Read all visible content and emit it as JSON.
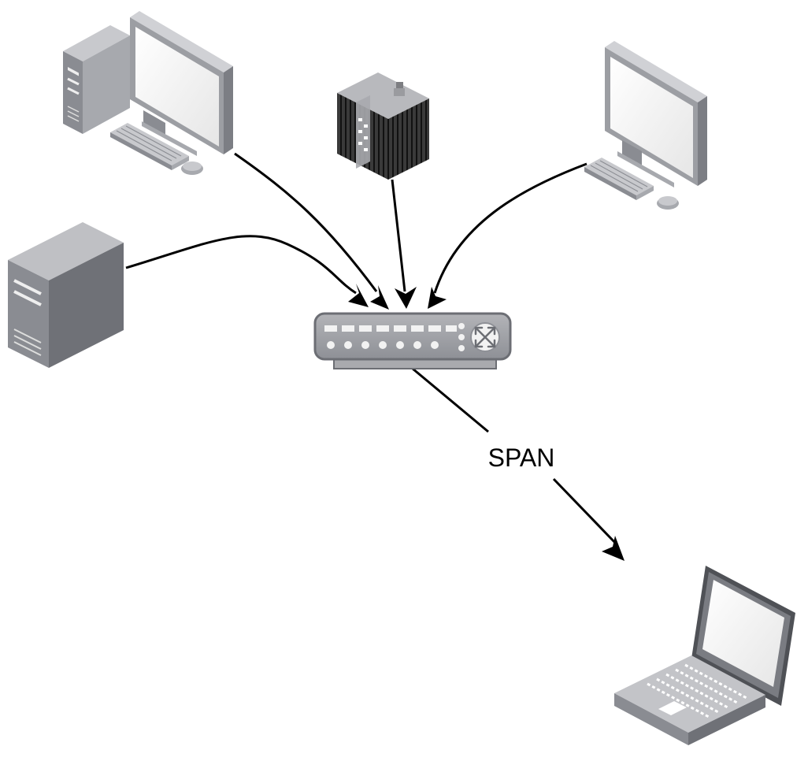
{
  "diagram": {
    "nodes": [
      {
        "id": "desktop-pc-left",
        "kind": "desktop-computer-icon"
      },
      {
        "id": "server-tower",
        "kind": "server-tower-icon"
      },
      {
        "id": "industrial-device",
        "kind": "industrial-switch-icon"
      },
      {
        "id": "monitor-right",
        "kind": "desktop-monitor-icon"
      },
      {
        "id": "network-switch",
        "kind": "network-switch-icon"
      },
      {
        "id": "laptop",
        "kind": "laptop-icon"
      }
    ],
    "edges": [
      {
        "from": "desktop-pc-left",
        "to": "network-switch",
        "label": ""
      },
      {
        "from": "server-tower",
        "to": "network-switch",
        "label": ""
      },
      {
        "from": "industrial-device",
        "to": "network-switch",
        "label": ""
      },
      {
        "from": "monitor-right",
        "to": "network-switch",
        "label": ""
      },
      {
        "from": "network-switch",
        "to": "laptop",
        "label": "SPAN"
      }
    ],
    "span_label": "SPAN"
  }
}
